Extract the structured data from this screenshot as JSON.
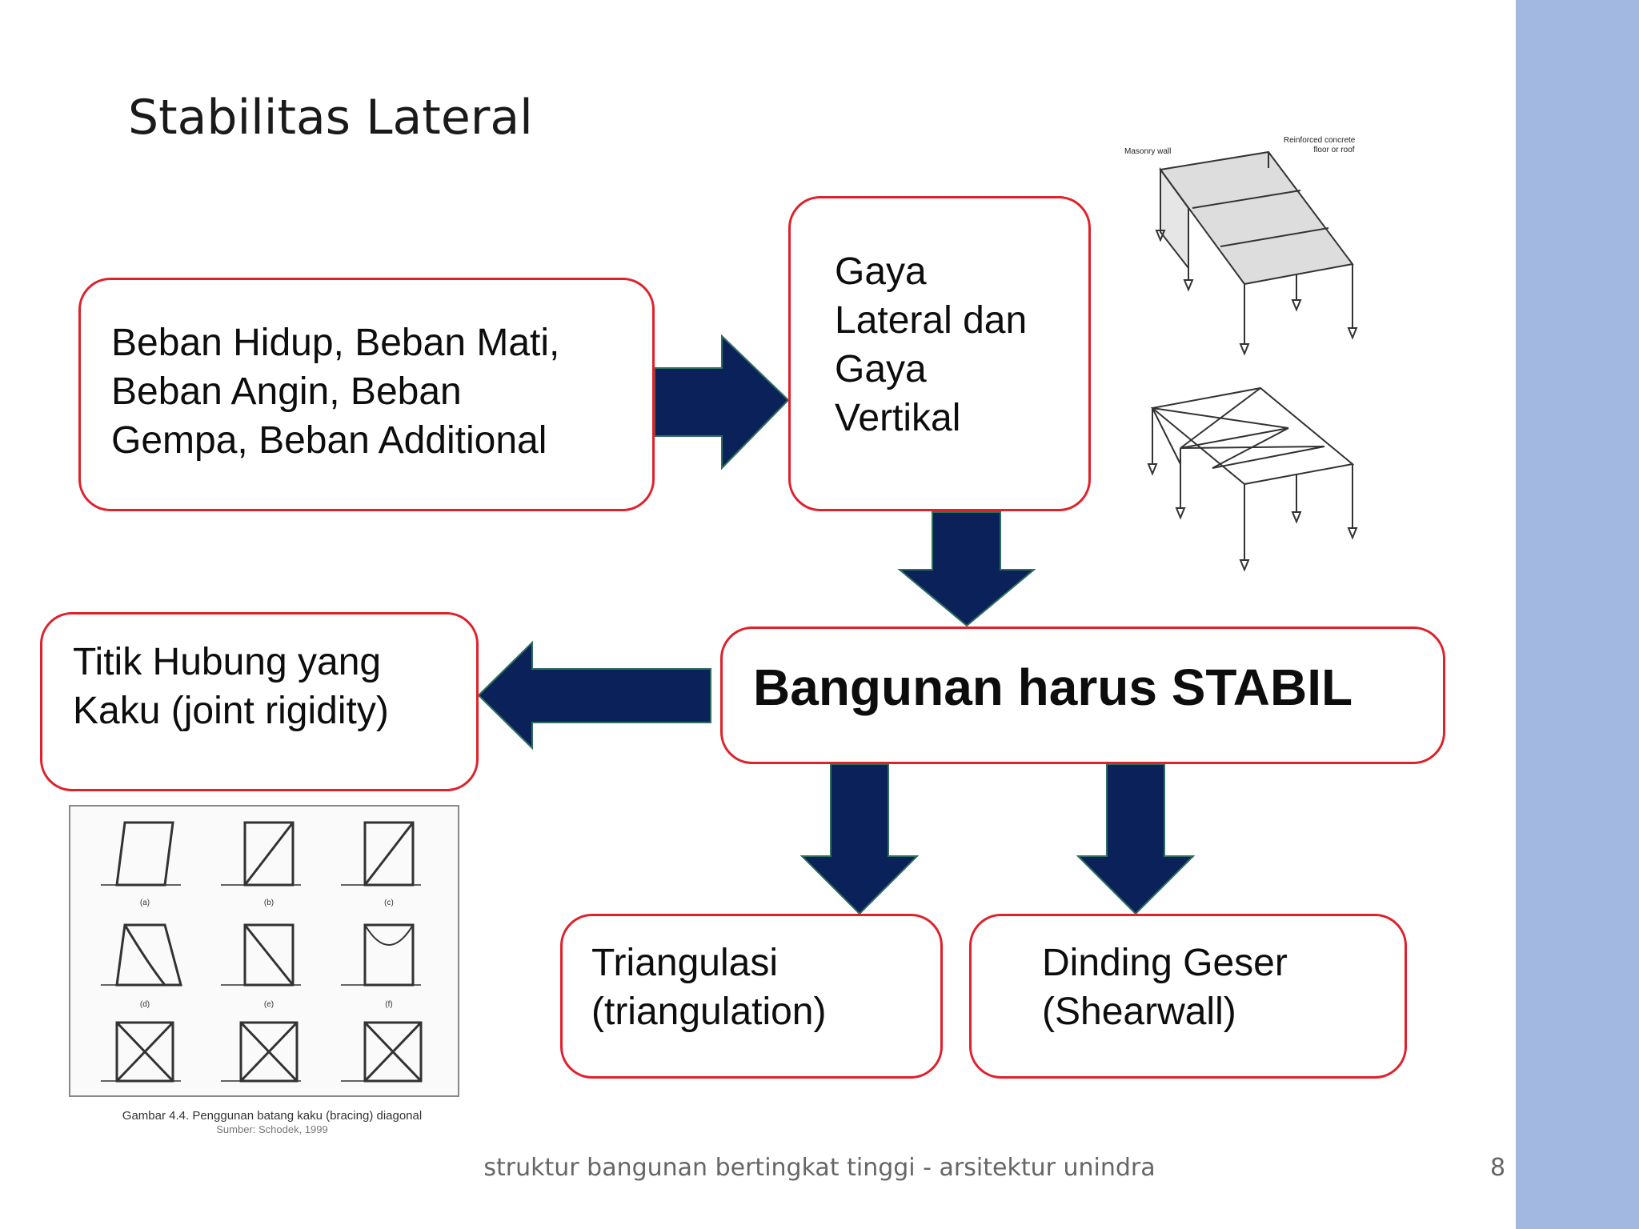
{
  "slide": {
    "title": "Stabilitas Lateral",
    "footer": "struktur bangunan bertingkat tinggi - arsitektur unindra",
    "page_number": "8",
    "sidebar_color": "#a2b8e0"
  },
  "diagram": {
    "box_border_color": "#e0202a",
    "arrow_color": "#0a2259",
    "nodes": {
      "loads": "Beban Hidup, Beban Mati,\nBeban Angin, Beban\nGempa, Beban Additional",
      "forces": "Gaya\nLateral dan\nGaya\nVertikal",
      "stable": "Bangunan harus STABIL",
      "joint": "Titik Hubung yang\nKaku (joint rigidity)",
      "triangulation": "Triangulasi\n(triangulation)",
      "shearwall": "Dinding Geser\n(Shearwall)"
    }
  },
  "figure_top_right": {
    "label_masonry": "Masonry wall",
    "label_concrete": "Reinforced concrete\nfloor or roof"
  },
  "figure_bracing": {
    "caption": "Gambar 4.4. Penggunan batang kaku (bracing) diagonal",
    "source": "Sumber: Schodek, 1999",
    "panel_labels": [
      "(a)",
      "(b)",
      "(c)",
      "(d)",
      "(e)",
      "(f)"
    ]
  }
}
